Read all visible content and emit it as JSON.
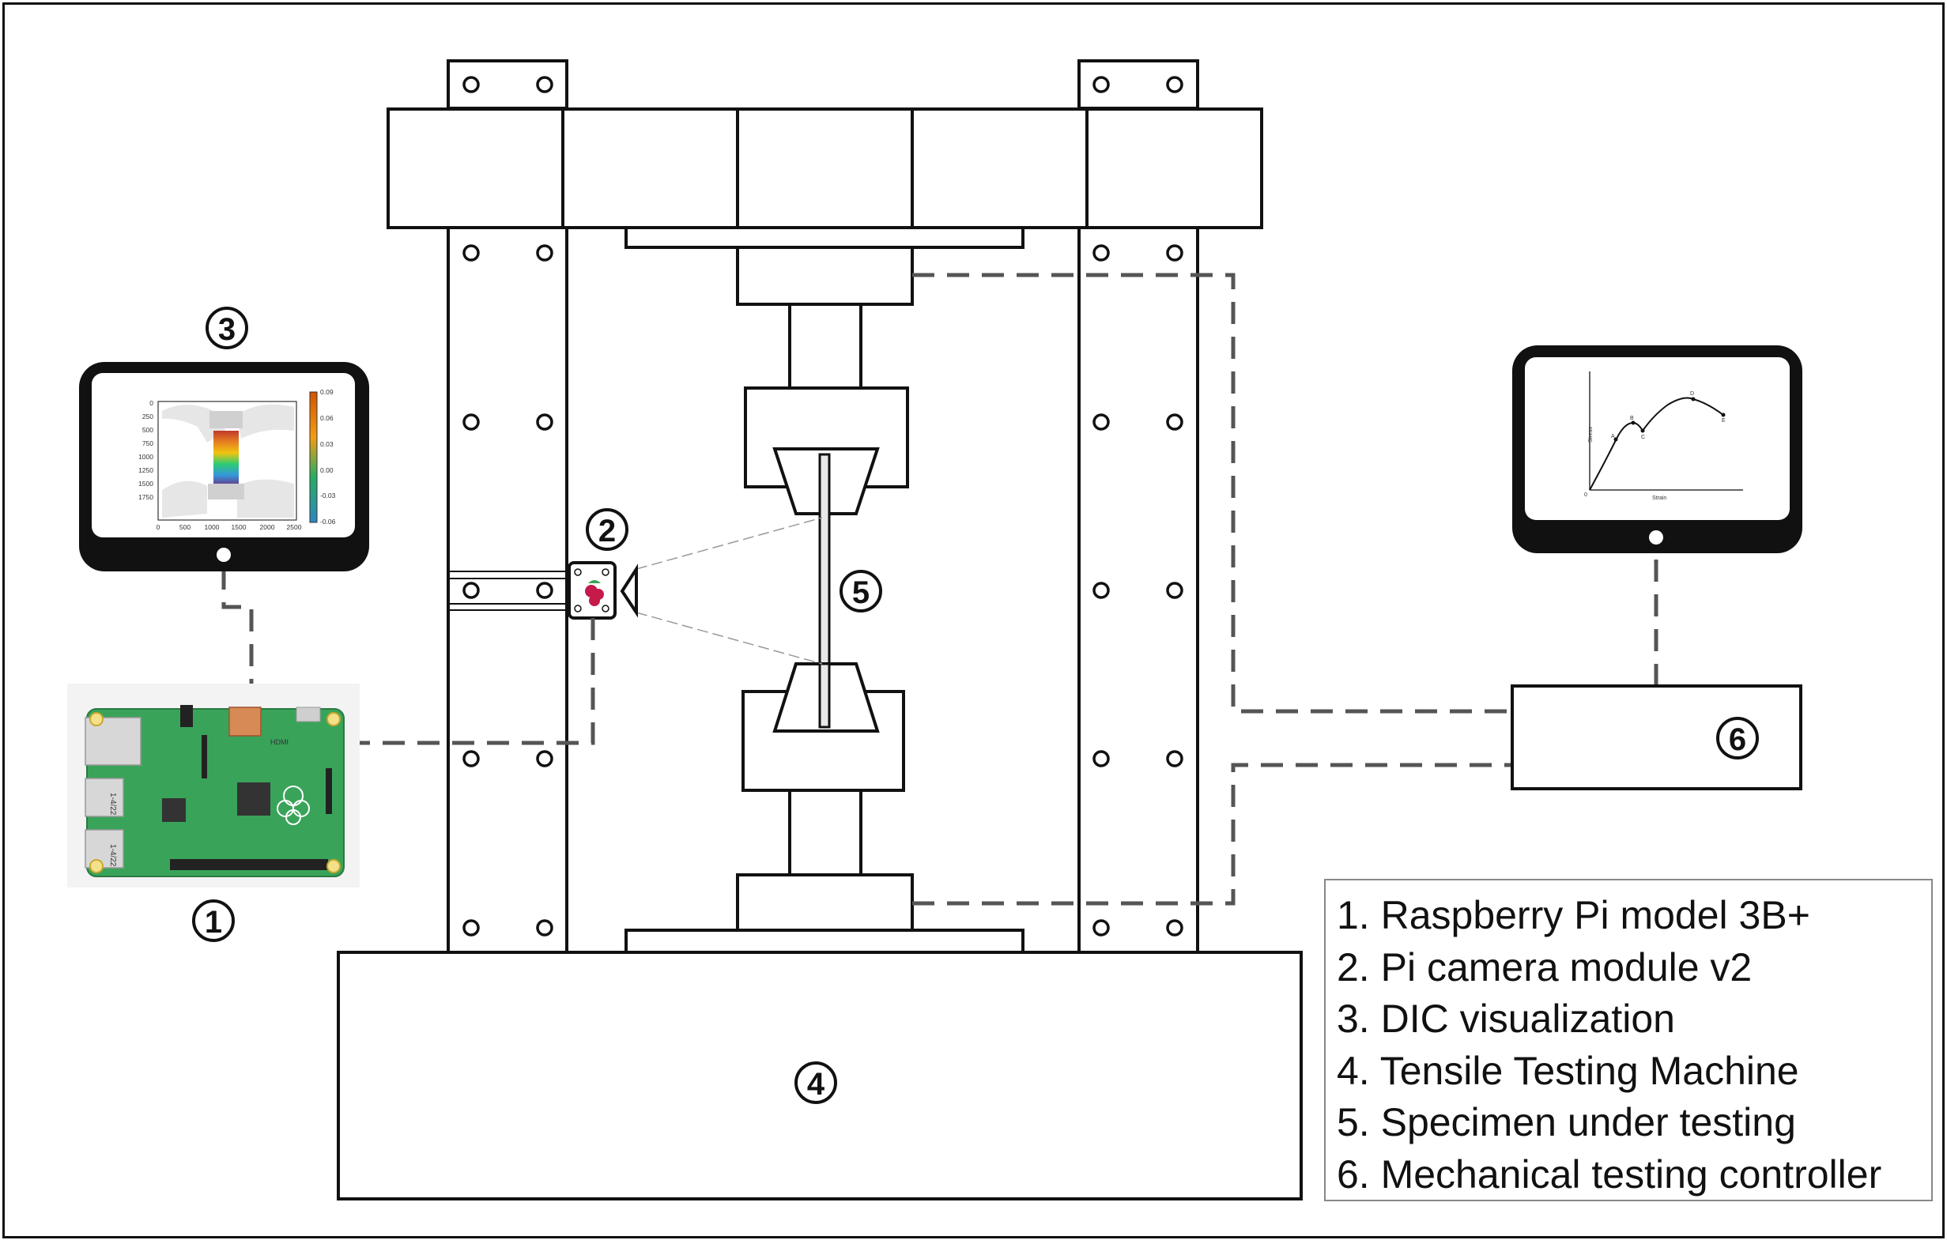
{
  "markers": {
    "m1": "1",
    "m2": "2",
    "m3": "3",
    "m4": "4",
    "m5": "5",
    "m6": "6"
  },
  "legend": {
    "items": [
      "1. Raspberry Pi model 3B+",
      "2. Pi camera module v2",
      "3. DIC visualization",
      "4. Tensile Testing Machine",
      "5. Specimen under testing",
      "6. Mechanical testing controller"
    ]
  },
  "dic_plot": {
    "y_ticks": [
      "0",
      "250",
      "500",
      "750",
      "1000",
      "1250",
      "1500",
      "1750"
    ],
    "x_ticks": [
      "0",
      "500",
      "1000",
      "1500",
      "2000",
      "2500"
    ],
    "colorbar_ticks": [
      "0.09",
      "0.06",
      "0.03",
      "0.00",
      "-0.03",
      "-0.06"
    ]
  },
  "stress_strain": {
    "ylabel": "Stress",
    "xlabel": "Strain",
    "origin": "0",
    "points": {
      "a": "A",
      "b": "B",
      "c": "C",
      "d": "D",
      "e": "E"
    }
  },
  "board": {
    "hdmi": "HDMI",
    "usb_label_1": "1-4/22",
    "usb_label_2": "1-4/22"
  },
  "colors": {
    "stroke": "#111111",
    "dash": "#555555",
    "pcb_green": "#3aa35a",
    "usb": "#d7d7d7",
    "pi_red": "#c51a4a"
  }
}
